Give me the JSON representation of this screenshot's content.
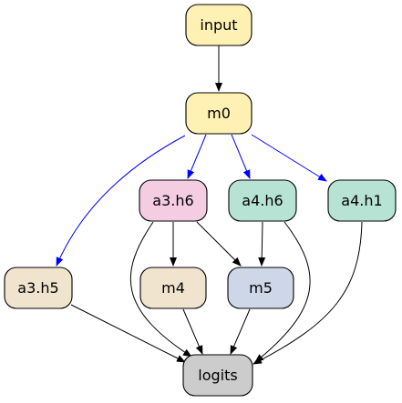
{
  "nodes": [
    {
      "id": "input",
      "label": "input",
      "color": "#fff0b3"
    },
    {
      "id": "m0",
      "label": "m0",
      "color": "#fff0b3"
    },
    {
      "id": "a3h6",
      "label": "a3.h6",
      "color": "#f5cde3"
    },
    {
      "id": "a4h6",
      "label": "a4.h6",
      "color": "#b7e3d4"
    },
    {
      "id": "a4h1",
      "label": "a4.h1",
      "color": "#b7e3d4"
    },
    {
      "id": "a3h5",
      "label": "a3.h5",
      "color": "#f0e4cf"
    },
    {
      "id": "m4",
      "label": "m4",
      "color": "#f0e4cf"
    },
    {
      "id": "m5",
      "label": "m5",
      "color": "#cdd7e8"
    },
    {
      "id": "logits",
      "label": "logits",
      "color": "#cccccc"
    }
  ],
  "edges": [
    {
      "from": "input",
      "to": "m0",
      "color": "#000000"
    },
    {
      "from": "m0",
      "to": "a3h5",
      "color": "#0000ff"
    },
    {
      "from": "m0",
      "to": "a3h6",
      "color": "#0000ff"
    },
    {
      "from": "m0",
      "to": "a4h6",
      "color": "#0000ff"
    },
    {
      "from": "m0",
      "to": "a4h1",
      "color": "#0000ff"
    },
    {
      "from": "a3h6",
      "to": "m4",
      "color": "#000000"
    },
    {
      "from": "a3h6",
      "to": "m5",
      "color": "#000000"
    },
    {
      "from": "a3h6",
      "to": "logits",
      "color": "#000000"
    },
    {
      "from": "a4h6",
      "to": "m5",
      "color": "#000000"
    },
    {
      "from": "a4h6",
      "to": "logits",
      "color": "#000000"
    },
    {
      "from": "a4h1",
      "to": "logits",
      "color": "#000000"
    },
    {
      "from": "a3h5",
      "to": "logits",
      "color": "#000000"
    },
    {
      "from": "m4",
      "to": "logits",
      "color": "#000000"
    },
    {
      "from": "m5",
      "to": "logits",
      "color": "#000000"
    }
  ]
}
